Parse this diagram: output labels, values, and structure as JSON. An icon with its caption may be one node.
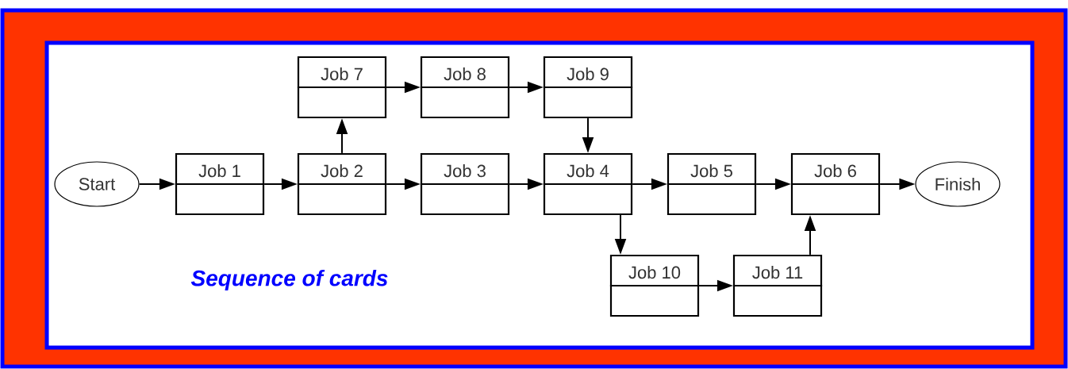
{
  "diagram": {
    "nodes": [
      {
        "text": [
          "Start"
        ]
      },
      {
        "text": [
          "Job 1"
        ]
      },
      {
        "text": [
          "Job 2"
        ]
      },
      {
        "text": [
          "Job 3"
        ]
      },
      {
        "text": [
          "Job 4"
        ]
      },
      {
        "text": [
          "Job 5"
        ]
      },
      {
        "text": [
          "Job 6"
        ]
      },
      {
        "text": [
          "Job 7"
        ]
      },
      {
        "text": [
          "Job 8"
        ]
      },
      {
        "text": [
          "Job 9"
        ]
      },
      {
        "text": [
          "Job 10"
        ]
      },
      {
        "text": [
          "Job 11"
        ]
      },
      {
        "text": [
          "Finish"
        ]
      }
    ],
    "edges": [
      {
        "from": 0,
        "to": 1,
        "arrow": "to"
      },
      {
        "from": 1,
        "to": 2,
        "arrow": "to"
      },
      {
        "from": 2,
        "to": 3,
        "arrow": "to"
      },
      {
        "from": 3,
        "to": 4,
        "arrow": "to"
      },
      {
        "from": 4,
        "to": 5,
        "arrow": "to"
      },
      {
        "from": 5,
        "to": 6,
        "arrow": "to"
      },
      {
        "from": 6,
        "to": 12,
        "arrow": "to"
      },
      {
        "from": 2,
        "to": 7,
        "arrow": "to"
      },
      {
        "from": 7,
        "to": 8,
        "arrow": "to"
      },
      {
        "from": 8,
        "to": 9,
        "arrow": "to"
      },
      {
        "from": 9,
        "to": 4,
        "arrow": "to"
      },
      {
        "from": 4,
        "to": 10,
        "arrow": "to"
      },
      {
        "from": 10,
        "to": 11,
        "arrow": "to"
      },
      {
        "from": 11,
        "to": 6,
        "arrow": "to"
      }
    ],
    "labels": [
      "Sequence of cards"
    ]
  }
}
